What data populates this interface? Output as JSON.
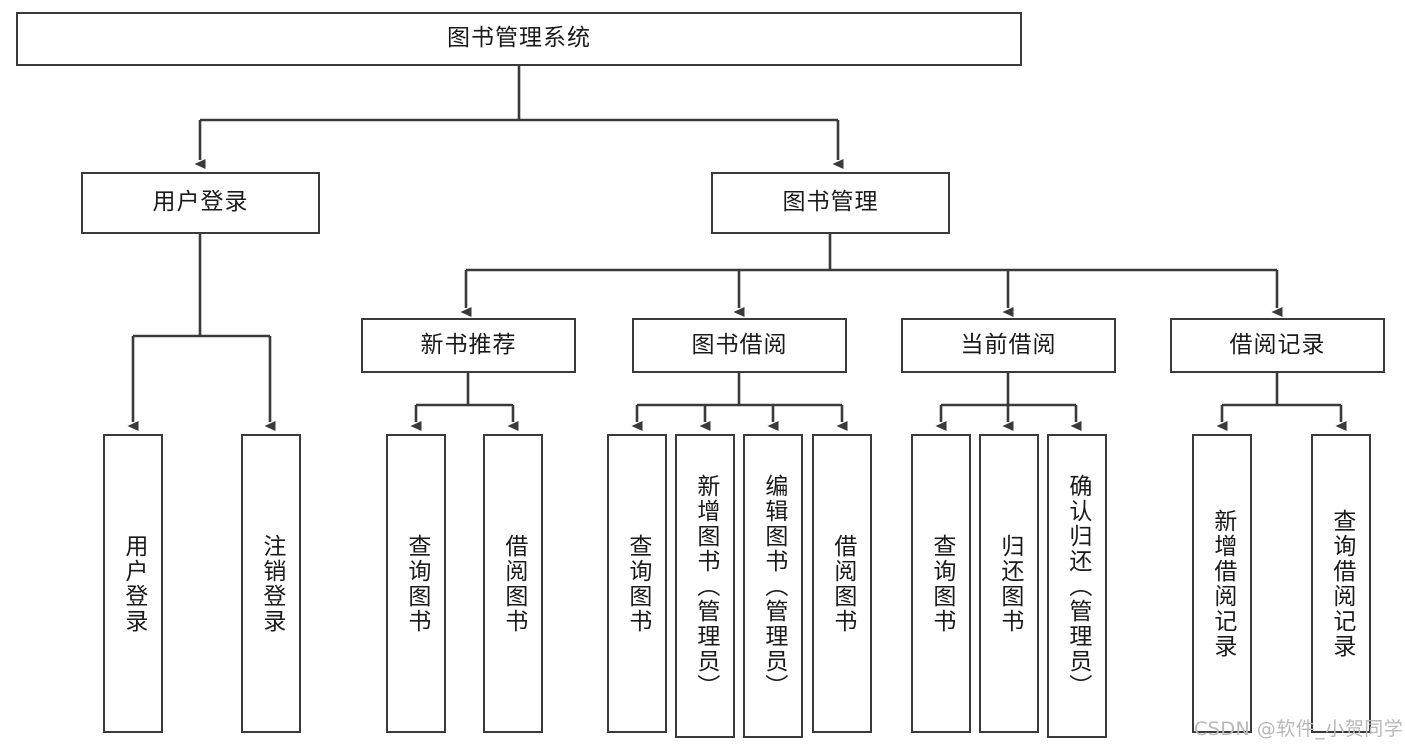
{
  "diagram": {
    "type": "tree-hierarchy",
    "title": "图书管理系统",
    "watermark": "CSDN @软件_小贺同学",
    "nodes": {
      "root": {
        "label": "图书管理系统"
      },
      "level2": [
        {
          "id": "user-login",
          "label": "用户登录"
        },
        {
          "id": "book-manage",
          "label": "图书管理"
        }
      ],
      "level3": [
        {
          "id": "new-book-rec",
          "label": "新书推荐"
        },
        {
          "id": "book-borrow",
          "label": "图书借阅"
        },
        {
          "id": "current-borrow",
          "label": "当前借阅"
        },
        {
          "id": "borrow-record",
          "label": "借阅记录"
        }
      ],
      "leaves": [
        {
          "id": "leaf-user-login",
          "label": "用户登录",
          "parent": "user-login"
        },
        {
          "id": "leaf-logout",
          "label": "注销登录",
          "parent": "user-login"
        },
        {
          "id": "leaf-query-book-1",
          "label": "查询图书",
          "parent": "new-book-rec"
        },
        {
          "id": "leaf-borrow-book-1",
          "label": "借阅图书",
          "parent": "new-book-rec"
        },
        {
          "id": "leaf-query-book-2",
          "label": "查询图书",
          "parent": "book-borrow"
        },
        {
          "id": "leaf-add-book",
          "label": "新增图书（管理员）",
          "parent": "book-borrow"
        },
        {
          "id": "leaf-edit-book",
          "label": "编辑图书（管理员）",
          "parent": "book-borrow"
        },
        {
          "id": "leaf-borrow-book-2",
          "label": "借阅图书",
          "parent": "book-borrow"
        },
        {
          "id": "leaf-query-book-3",
          "label": "查询图书",
          "parent": "current-borrow"
        },
        {
          "id": "leaf-return-book",
          "label": "归还图书",
          "parent": "current-borrow"
        },
        {
          "id": "leaf-confirm-return",
          "label": "确认归还（管理员）",
          "parent": "current-borrow"
        },
        {
          "id": "leaf-add-record",
          "label": "新增借阅记录",
          "parent": "borrow-record"
        },
        {
          "id": "leaf-query-record",
          "label": "查询借阅记录",
          "parent": "borrow-record"
        }
      ]
    },
    "colors": {
      "stroke": "#3a3a3a",
      "fill": "#ffffff",
      "text": "#1a1a1a",
      "watermark": "#b8b8b8"
    }
  }
}
